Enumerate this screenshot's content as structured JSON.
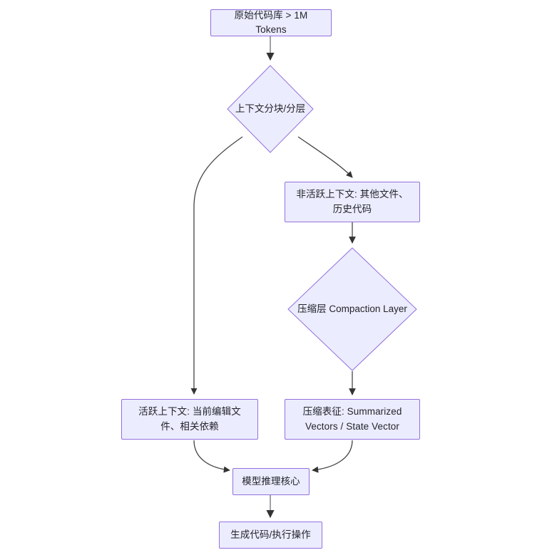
{
  "diagram": {
    "type": "flowchart",
    "direction": "top-down",
    "background_color": "#ffffff",
    "node_fill_color": "#ececff",
    "node_border_color": "#9370db",
    "edge_color": "#333333",
    "text_color": "#1f2328",
    "nodes": [
      {
        "id": "n1",
        "shape": "rect",
        "text": "原始代码库 > 1M Tokens"
      },
      {
        "id": "n2",
        "shape": "diamond",
        "text": "上下文分块/分层"
      },
      {
        "id": "n3",
        "shape": "rect",
        "text": "非活跃上下文: 其他文件、\n历史代码"
      },
      {
        "id": "n4",
        "shape": "diamond",
        "text": "压缩层 Compaction Layer"
      },
      {
        "id": "n5",
        "shape": "rect",
        "text": "活跃上下文: 当前编辑文\n件、相关依赖"
      },
      {
        "id": "n6",
        "shape": "rect",
        "text": "压缩表征: Summarized\nVectors / State Vector"
      },
      {
        "id": "n7",
        "shape": "rect",
        "text": "模型推理核心"
      },
      {
        "id": "n8",
        "shape": "rect",
        "text": "生成代码/执行操作"
      }
    ],
    "edges": [
      {
        "from": "n1",
        "to": "n2",
        "label": ""
      },
      {
        "from": "n2",
        "to": "n5",
        "label": ""
      },
      {
        "from": "n2",
        "to": "n3",
        "label": ""
      },
      {
        "from": "n3",
        "to": "n4",
        "label": ""
      },
      {
        "from": "n4",
        "to": "n6",
        "label": ""
      },
      {
        "from": "n5",
        "to": "n7",
        "label": ""
      },
      {
        "from": "n6",
        "to": "n7",
        "label": ""
      },
      {
        "from": "n7",
        "to": "n8",
        "label": ""
      }
    ]
  }
}
